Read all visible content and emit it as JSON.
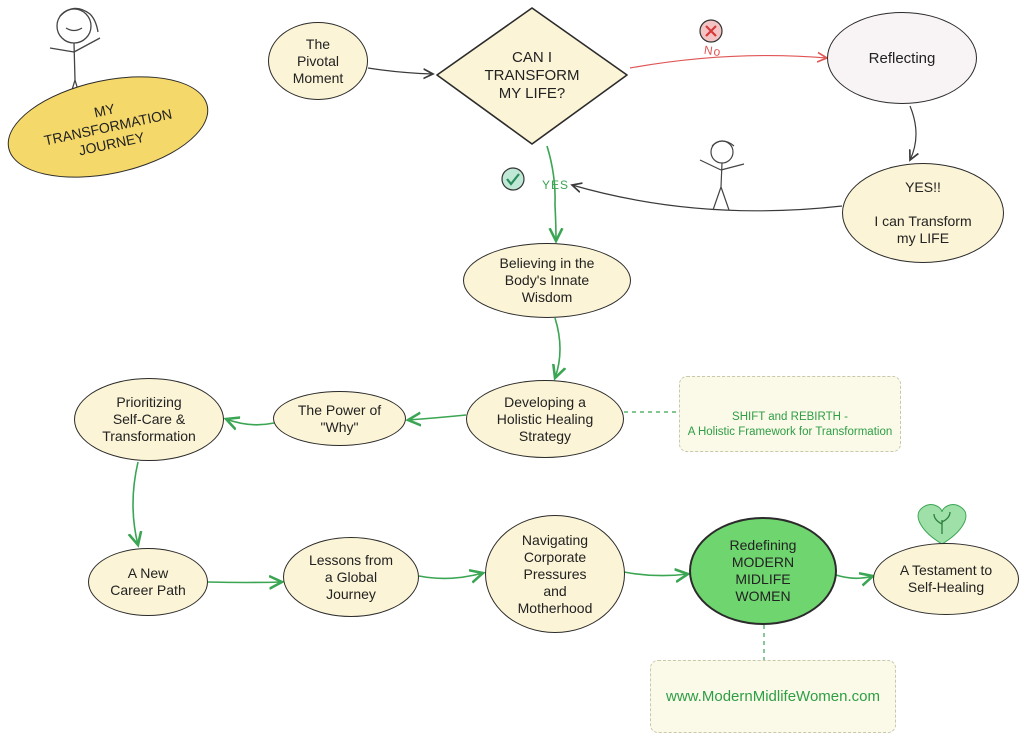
{
  "title": "MY\nTRANSFORMATION\nJOURNEY",
  "nodes": {
    "pivotal": "The\nPivotal\nMoment",
    "decision": "CAN I\nTRANSFORM\nMY LIFE?",
    "reflecting": "Reflecting",
    "yes_transform": "YES!!\n\nI can Transform\nmy  LIFE",
    "believing": "Believing in the\nBody's Innate\nWisdom",
    "holistic": "Developing a\nHolistic Healing\nStrategy",
    "why": "The Power of\n\"Why\"",
    "selfcare": "Prioritizing\nSelf-Care &\nTransformation",
    "career": "A New\nCareer Path",
    "lessons": "Lessons from\na Global\nJourney",
    "navigating": "Navigating\nCorporate\nPressures\nand\nMotherhood",
    "redefining": "Redefining\nMODERN\nMIDLIFE\nWOMEN",
    "testament": "A Testament to\nSelf-Healing"
  },
  "edge_labels": {
    "no": "No",
    "yes": "YES"
  },
  "framework": "SHIFT and REBIRTH -\nA Holistic Framework for Transformation",
  "website": "www.ModernMidlifeWomen.com",
  "colors": {
    "node_fill": "#fbf4d6",
    "title_fill": "#f5d86a",
    "reflect_fill": "#f8f3f5",
    "highlight_fill": "#6fd56f",
    "green_arrow": "#3aa552",
    "red_arrow": "#e05555",
    "dark_arrow": "#3a3a3a"
  }
}
